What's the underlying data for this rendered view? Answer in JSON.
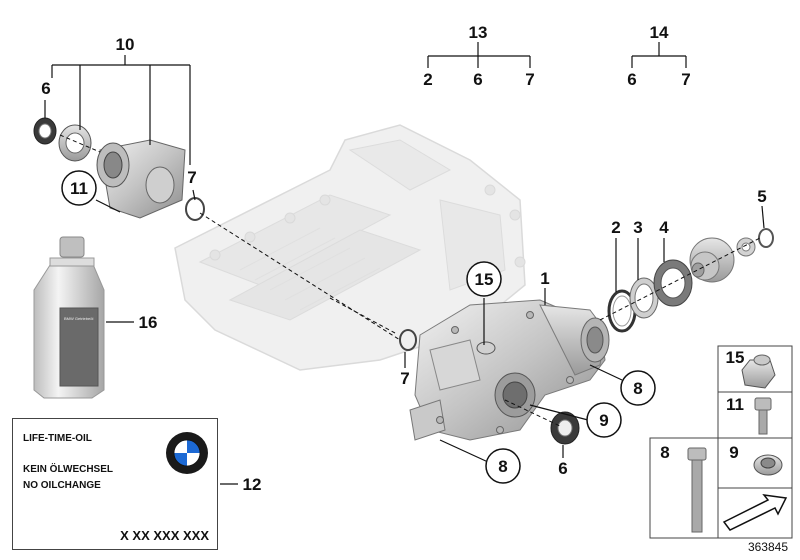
{
  "diagram": {
    "id": "363845",
    "part_numbers": {
      "p1": "1",
      "p2": "2",
      "p3": "3",
      "p4": "4",
      "p5": "5",
      "p6": "6",
      "p7": "7",
      "p8": "8",
      "p9": "9",
      "p10": "10",
      "p11": "11",
      "p12": "12",
      "p13": "13",
      "p14": "14",
      "p15": "15",
      "p16": "16"
    },
    "groups": {
      "g13": [
        "2",
        "6",
        "7"
      ],
      "g14": [
        "6",
        "7"
      ]
    }
  },
  "label_card": {
    "line1": "LIFE-TIME-OIL",
    "line2": "KEIN ÖLWECHSEL",
    "line3": "NO OILCHANGE",
    "code": "X XX XXX XXX",
    "logo": "BMW",
    "logo_icon": "bmw-roundel-icon"
  },
  "bottle": {
    "label_text": "BMW Getriebeöl"
  },
  "colors": {
    "part_gray": "#cfcfcf",
    "outline": "#888888",
    "bmw_blue": "#1c69d4"
  }
}
